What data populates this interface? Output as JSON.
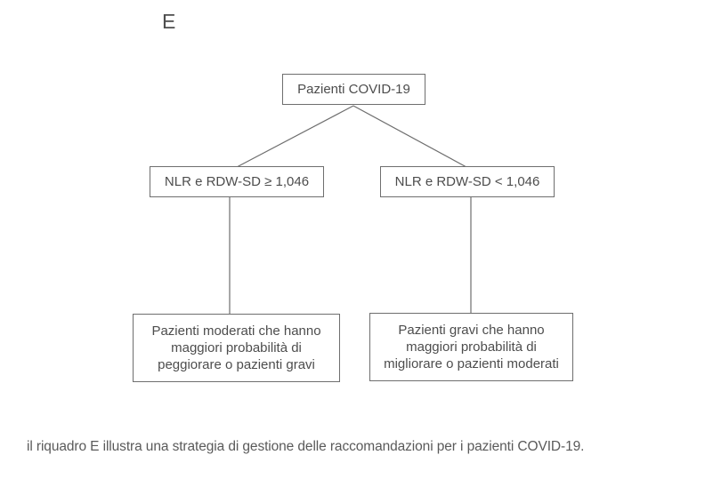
{
  "panel": {
    "label": "E"
  },
  "flowchart": {
    "root": {
      "label": "Pazienti COVID-19"
    },
    "criteria_high": {
      "label": "NLR e RDW-SD ≥ 1,046"
    },
    "criteria_low": {
      "label": "NLR e RDW-SD < 1,046"
    },
    "outcome_high": {
      "lines": [
        "Pazienti moderati che hanno",
        "maggiori probabilità di",
        "peggiorare o pazienti gravi"
      ]
    },
    "outcome_low": {
      "lines": [
        "Pazienti gravi che hanno",
        "maggiori probabilità di",
        "migliorare o pazienti moderati"
      ]
    }
  },
  "caption": {
    "text": "il riquadro E illustra una strategia di gestione delle raccomandazioni per i pazienti COVID-19."
  },
  "colors": {
    "border": "#6e6e6e",
    "box_text": "#4d4d4d",
    "caption_text": "#5a5a5a",
    "background": "#ffffff"
  }
}
